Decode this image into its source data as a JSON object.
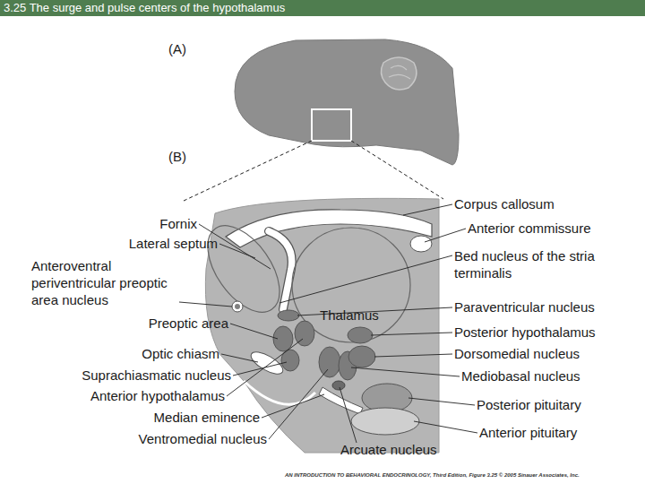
{
  "diagram": {
    "title": "3.25 The surge and pulse centers of the hypothalamus",
    "labels": [
      "(A)",
      "(B)",
      "Fornix",
      "Lateral septum",
      "Anteroventral periventricular preoptic area nucleus",
      "Preoptic area",
      "Optic chiasm",
      "Suprachiasmatic nucleus",
      "Anterior hypothalamus",
      "Median eminence",
      "Ventromedial nucleus",
      "Thalamus",
      "Corpus callosum",
      "Anterior commissure",
      "Bed nucleus of the stria terminalis",
      "Paraventricular nucleus",
      "Posterior hypothalamus",
      "Dorsomedial nucleus",
      "Mediobasal nucleus",
      "Posterior pituitary",
      "Anterior pituitary",
      "Arcuate nucleus",
      "AN INTRODUCTION TO BEHAVIORAL ENDOCRINOLOGY, Third Edition, Figure 3.25 © 2005 Sinauer Associates, Inc."
    ]
  }
}
